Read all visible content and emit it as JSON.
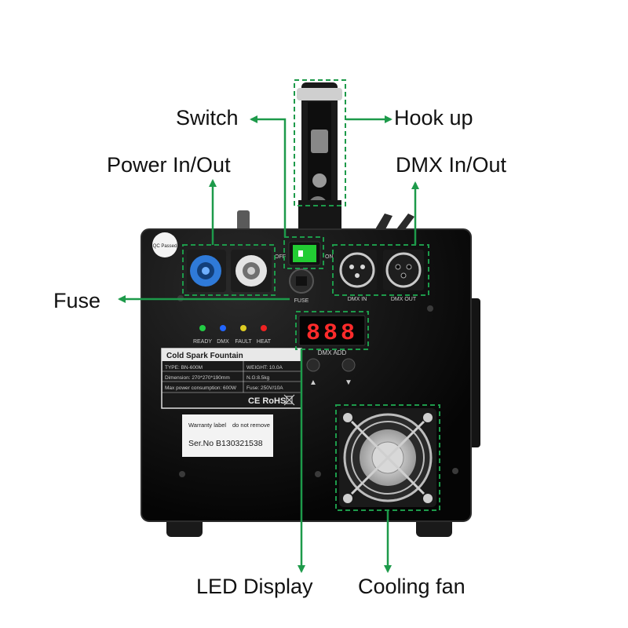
{
  "callouts": {
    "switch": "Switch",
    "hook_up": "Hook up",
    "power_in_out": "Power In/Out",
    "dmx_in_out": "DMX In/Out",
    "fuse": "Fuse",
    "led_display": "LED Display",
    "cooling_fan": "Cooling fan"
  },
  "panel": {
    "off_label": "OFF",
    "on_label": "ON",
    "fuse_label": "FUSE",
    "dmx_in_label": "DMX IN",
    "dmx_out_label": "DMX OUT",
    "indicators": [
      {
        "label": "READY",
        "color": "#22cc44"
      },
      {
        "label": "DMX",
        "color": "#2266ff"
      },
      {
        "label": "FAULT",
        "color": "#ddcc22"
      },
      {
        "label": "HEAT",
        "color": "#ee2222"
      }
    ],
    "display_digits": "888",
    "dmx_addr_label": "DMX ADD",
    "up_arrow": "▲",
    "down_arrow": "▼",
    "label_title": "Cold Spark Fountain",
    "label_rows": [
      {
        "left": "TYPE: BN-600M",
        "right": "WEIGHT: 10.0A"
      },
      {
        "left": "Dimension: 270*270*190mm",
        "right": "N.G:8.5kg"
      },
      {
        "left": "Max power consumption: 600W",
        "right": "Fuse: 250V/10A"
      }
    ],
    "cert_marks": "CE RoHS",
    "warranty_label": "Warranty label",
    "warranty_note": "do not remove",
    "serial_no": "Ser.No B130321538",
    "qc_sticker": "QC Passed"
  },
  "colors": {
    "accent_green": "#1d9a4a",
    "panel_black": "#0b0b0b",
    "display_red": "#ff2b2b"
  }
}
